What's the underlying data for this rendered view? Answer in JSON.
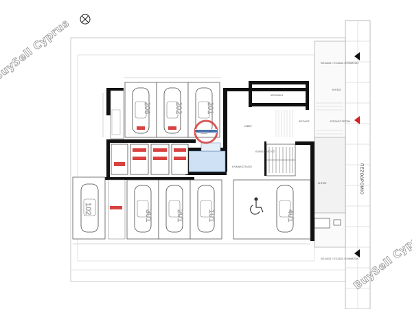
{
  "watermark": "BuySell Cyprus",
  "street_label": "ΠΕΖΟΔΡΟΜΙΟ",
  "top_row_spots": [
    "206",
    "202",
    "201"
  ],
  "bottom_row_spots": [
    "102",
    "301",
    "201",
    "101",
    "401"
  ],
  "room_labels": {
    "entrance_top": "ΕΙΣΟΔΟΣ / ΕΞΟΔΟΣ ΟΧΗΜΑΤΩΝ",
    "entrance_bottom": "ΕΙΣΟΔΟΣ / ΕΞΟΔΟΣ ΟΧΗΜΑΤΩΝ",
    "garden_top": "ΚΗΠΟΣ",
    "garden_mid": "ΕΙΣΟΔΟΣ ΠΕΖΩΝ",
    "garden_bottom": "ΚΗΠΟΣ",
    "entrance_hall": "ΕΙΣΟΔΟΣ",
    "lobby": "LOBBY",
    "lobby_side": "ΚΟΙΝΟΧΡΗΣΤΟΣ",
    "stairs": "ΚΛΙΜΑΚΟΣΤΑΣΙΟ",
    "storage": "ΑΠΟΘΗΚΗ"
  },
  "colors": {
    "wall": "#111111",
    "line": "#777777",
    "red_label": "#d9413f",
    "arrow_black": "#111111",
    "arrow_red": "#d42020",
    "blue_area": "#cfe2f5"
  }
}
